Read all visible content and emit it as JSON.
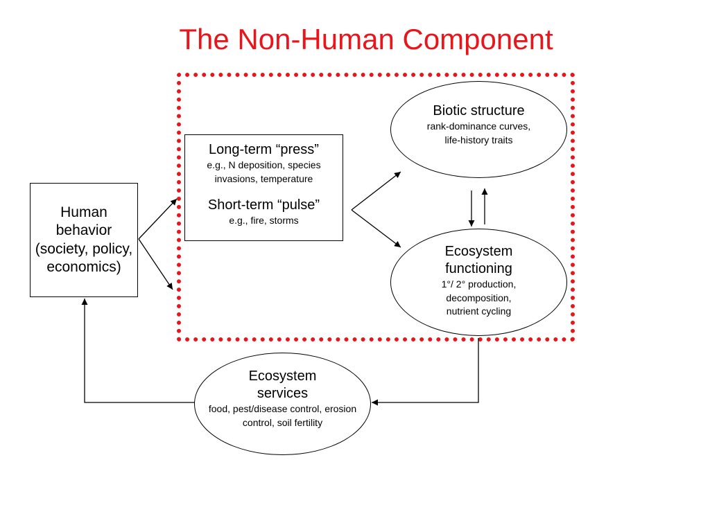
{
  "title": "The Non-Human Component",
  "colors": {
    "title": "#e8151b",
    "boundary": "#e8151b"
  },
  "nodes": {
    "human": {
      "label": "Human behavior (society, policy, economics)"
    },
    "drivers": {
      "press_title": "Long-term “press”",
      "press_detail": "e.g., N deposition, species invasions,  temperature",
      "pulse_title": "Short-term “pulse”",
      "pulse_detail": "e.g., fire, storms"
    },
    "biotic": {
      "title": "Biotic structure",
      "detail": "rank-dominance curves, life-history traits"
    },
    "ecosystem_functioning": {
      "title": "Ecosystem functioning",
      "detail": "1°/ 2° production, decomposition, nutrient cycling"
    },
    "ecosystem_services": {
      "title": "Ecosystem services",
      "detail": "food, pest/disease control, erosion control, soil fertility"
    }
  }
}
